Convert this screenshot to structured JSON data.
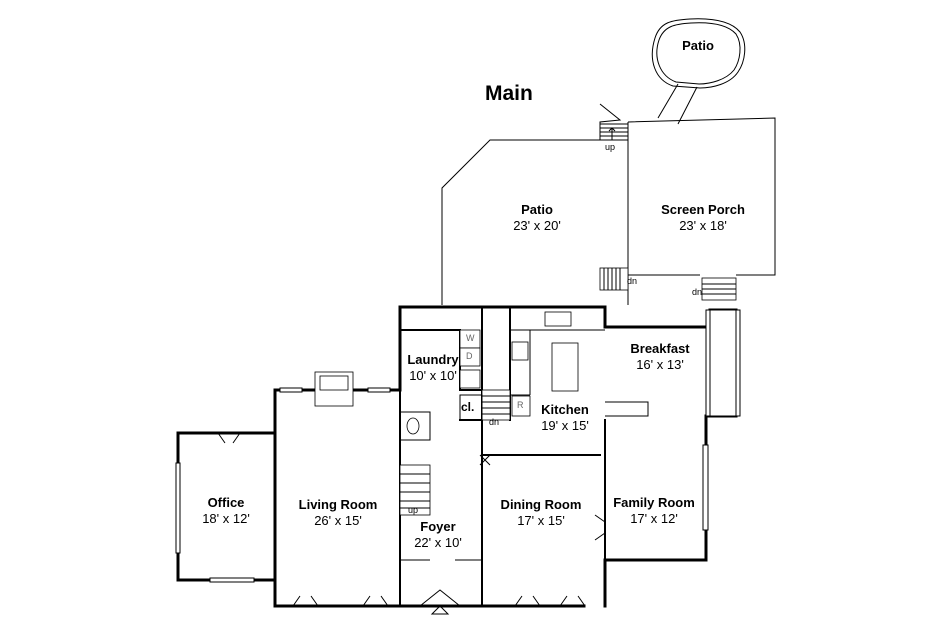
{
  "title": "Main",
  "rooms": {
    "patio_small": {
      "name": "Patio",
      "dims": ""
    },
    "patio": {
      "name": "Patio",
      "dims": "23' x 20'"
    },
    "screen_porch": {
      "name": "Screen Porch",
      "dims": "23' x 18'"
    },
    "breakfast": {
      "name": "Breakfast",
      "dims": "16' x 13'"
    },
    "laundry": {
      "name": "Laundry",
      "dims": "10' x 10'"
    },
    "kitchen": {
      "name": "Kitchen",
      "dims": "19' x 15'"
    },
    "office": {
      "name": "Office",
      "dims": "18' x 12'"
    },
    "living_room": {
      "name": "Living Room",
      "dims": "26' x 15'"
    },
    "dining_room": {
      "name": "Dining Room",
      "dims": "17' x 15'"
    },
    "family_room": {
      "name": "Family Room",
      "dims": "17' x 12'"
    },
    "foyer": {
      "name": "Foyer",
      "dims": "22' x 10'"
    }
  },
  "labels": {
    "closet": "cl.",
    "stairs_up_top": "up",
    "stairs_dn_patio": "dn",
    "stairs_dn_porch": "dn",
    "stairs_dn_kitchen": "dn",
    "stairs_up_foyer": "up"
  },
  "appliances": {
    "washer": "W",
    "dryer": "D",
    "refrigerator": "R"
  }
}
